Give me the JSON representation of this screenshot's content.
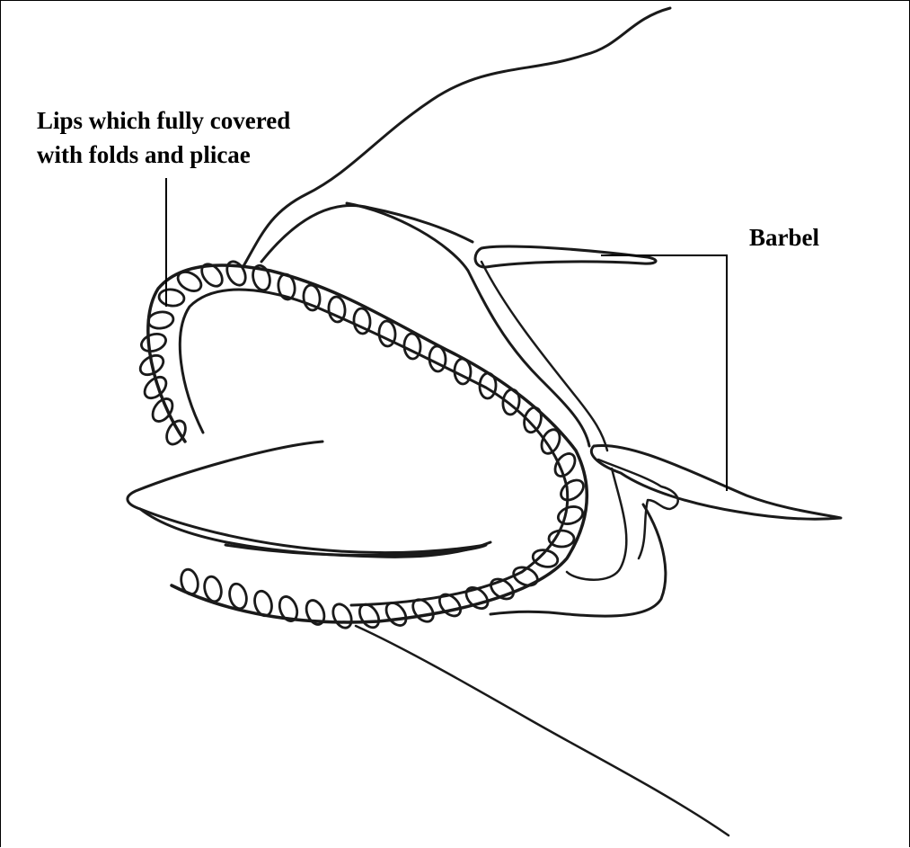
{
  "labels": {
    "lips_line1": "Lips which fully covered",
    "lips_line2": "with folds and plicae",
    "barbel": "Barbel"
  },
  "colors": {
    "stroke": "#1a1a1a",
    "background": "#ffffff"
  }
}
